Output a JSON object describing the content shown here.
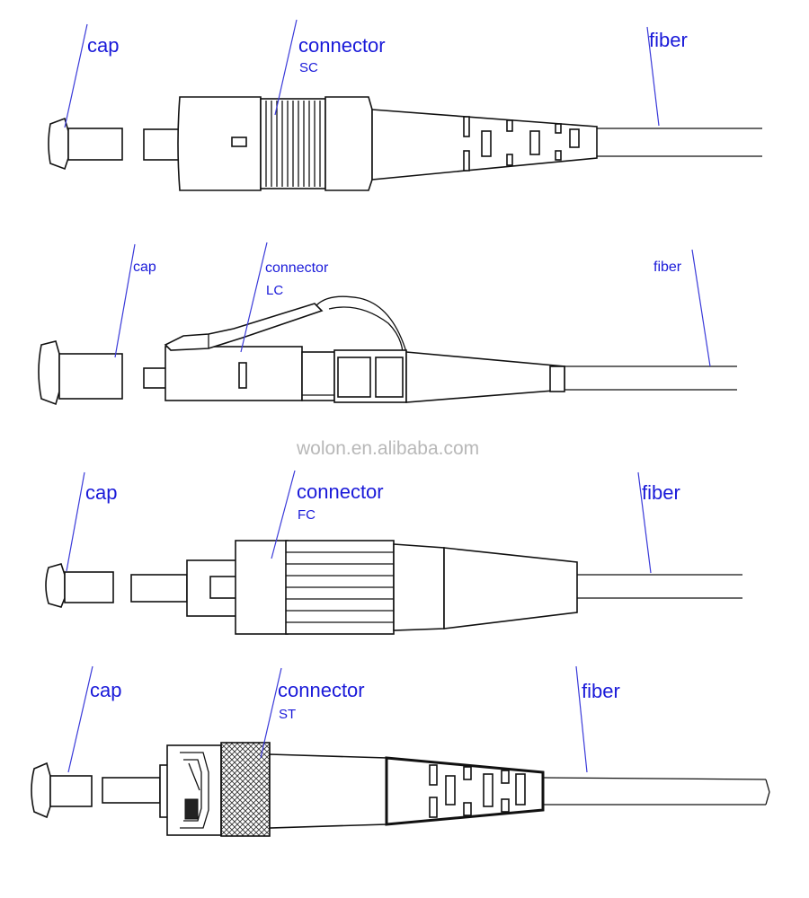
{
  "watermark": "wolon.en.alibaba.com",
  "diagrams": [
    {
      "type": "SC",
      "labels": {
        "cap": "cap",
        "connector": "connector",
        "fiber": "fiber"
      }
    },
    {
      "type": "LC",
      "labels": {
        "cap": "cap",
        "connector": "connector",
        "fiber": "fiber"
      }
    },
    {
      "type": "FC",
      "labels": {
        "cap": "cap",
        "connector": "connector",
        "fiber": "fiber"
      }
    },
    {
      "type": "ST",
      "labels": {
        "cap": "cap",
        "connector": "connector",
        "fiber": "fiber"
      }
    }
  ],
  "colors": {
    "label": "#1a1ad9",
    "ink": "#111111",
    "watermark": "#b8b8b8"
  }
}
